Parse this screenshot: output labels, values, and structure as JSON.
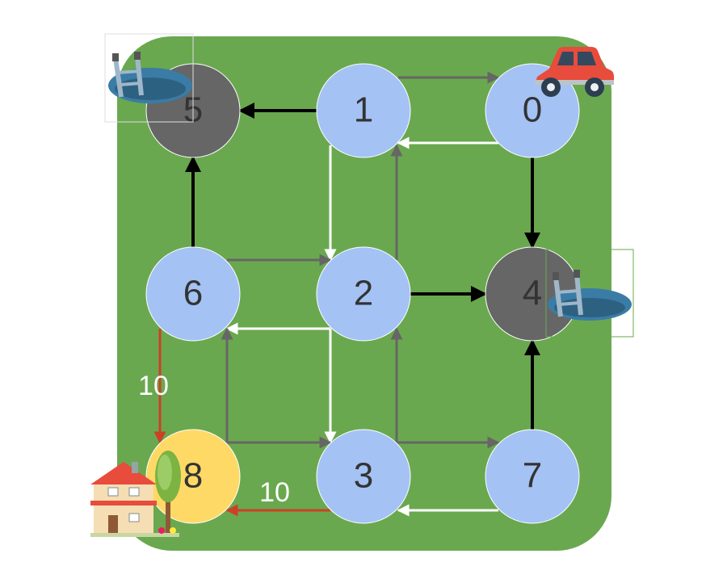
{
  "colors": {
    "background": "#ffffff",
    "board": "#6aa84f",
    "node_default": "#a4c2f4",
    "node_hole": "#666666",
    "node_home": "#ffd966",
    "node_stroke": "#ffffff",
    "edge_gray": "#666666",
    "edge_black": "#000000",
    "edge_white": "#ffffff",
    "edge_red": "#cc4125"
  },
  "nodes": [
    {
      "id": "0",
      "label": "0",
      "type": "default"
    },
    {
      "id": "1",
      "label": "1",
      "type": "default"
    },
    {
      "id": "2",
      "label": "2",
      "type": "default"
    },
    {
      "id": "3",
      "label": "3",
      "type": "default"
    },
    {
      "id": "4",
      "label": "4",
      "type": "hole"
    },
    {
      "id": "5",
      "label": "5",
      "type": "hole"
    },
    {
      "id": "6",
      "label": "6",
      "type": "default"
    },
    {
      "id": "7",
      "label": "7",
      "type": "default"
    },
    {
      "id": "8",
      "label": "8",
      "type": "home"
    }
  ],
  "edges": [
    {
      "from": "1",
      "to": "0",
      "color": "gray",
      "weight": ""
    },
    {
      "from": "1",
      "to": "5",
      "color": "black",
      "weight": ""
    },
    {
      "from": "0",
      "to": "1",
      "color": "white",
      "weight": ""
    },
    {
      "from": "0",
      "to": "4",
      "color": "black",
      "weight": ""
    },
    {
      "from": "1",
      "to": "2",
      "color": "white",
      "weight": ""
    },
    {
      "from": "2",
      "to": "1",
      "color": "gray",
      "weight": ""
    },
    {
      "from": "6",
      "to": "5",
      "color": "black",
      "weight": ""
    },
    {
      "from": "6",
      "to": "2",
      "color": "gray",
      "weight": ""
    },
    {
      "from": "2",
      "to": "4",
      "color": "black",
      "weight": ""
    },
    {
      "from": "2",
      "to": "6",
      "color": "white",
      "weight": ""
    },
    {
      "from": "2",
      "to": "3",
      "color": "white",
      "weight": ""
    },
    {
      "from": "3",
      "to": "2",
      "color": "gray",
      "weight": ""
    },
    {
      "from": "8",
      "to": "6",
      "color": "gray",
      "weight": ""
    },
    {
      "from": "8",
      "to": "3",
      "color": "gray",
      "weight": ""
    },
    {
      "from": "3",
      "to": "7",
      "color": "gray",
      "weight": ""
    },
    {
      "from": "7",
      "to": "3",
      "color": "white",
      "weight": ""
    },
    {
      "from": "7",
      "to": "4",
      "color": "black",
      "weight": ""
    },
    {
      "from": "6",
      "to": "8",
      "color": "red",
      "weight": "10"
    },
    {
      "from": "3",
      "to": "8",
      "color": "red",
      "weight": "10"
    }
  ],
  "icons": {
    "car": "car-icon",
    "hole_5": "manhole-ladder-icon",
    "hole_4": "manhole-ladder-icon",
    "house": "house-icon",
    "tree": "tree-icon"
  }
}
